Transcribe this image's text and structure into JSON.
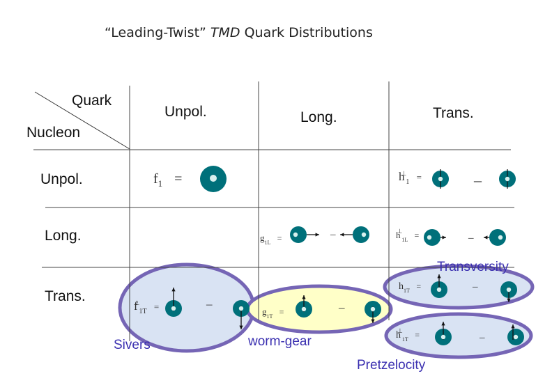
{
  "title": {
    "open_quote": "“Leading-Twist” ",
    "tmd": "TMD",
    "rest": " Quark Distributions"
  },
  "corner": {
    "quark": "Quark",
    "nucleon": "Nucleon"
  },
  "columns": [
    "Unpol.",
    "Long.",
    "Trans."
  ],
  "rows": [
    "Unpol.",
    "Long.",
    "Trans."
  ],
  "functions": {
    "f1": {
      "base": "f",
      "sub": "1",
      "sign": "="
    },
    "h1perp": {
      "base": "h",
      "sup": "⊥",
      "sub": "1",
      "sign": "=",
      "minus": "–"
    },
    "g1L": {
      "base": "g",
      "sub": "1L",
      "sign": "=",
      "minus": "–"
    },
    "h1Lperp": {
      "base": "h",
      "sup": "⊥",
      "sub": "1L",
      "sign": "=",
      "minus": "–"
    },
    "f1Tperp": {
      "base": "f",
      "sup": "⊥",
      "sub": "1T",
      "sign": "=",
      "minus": "–"
    },
    "g1T": {
      "base": "g",
      "sub": "1T",
      "sign": "=",
      "minus": "–"
    },
    "h1T": {
      "base": "h",
      "sub": "1T",
      "sign": "=",
      "minus": "–"
    },
    "h1Tperp": {
      "base": "h",
      "sup": "⊥",
      "sub": "1T",
      "sign": "=",
      "minus": "–"
    }
  },
  "labels": {
    "transversity": "Transversity",
    "sivers": "Sivers",
    "worm_gear": "worm-gear",
    "pretzelocity": "Pretzelocity"
  },
  "colors": {
    "nucleon_dot": "#00707a",
    "quark_dot": "#d8f0ee",
    "highlight_blue": "#d9e3f3",
    "highlight_yellow": "#ffffc8",
    "outline_purple": "#7565b5",
    "label_blue": "#3a2fb0"
  }
}
